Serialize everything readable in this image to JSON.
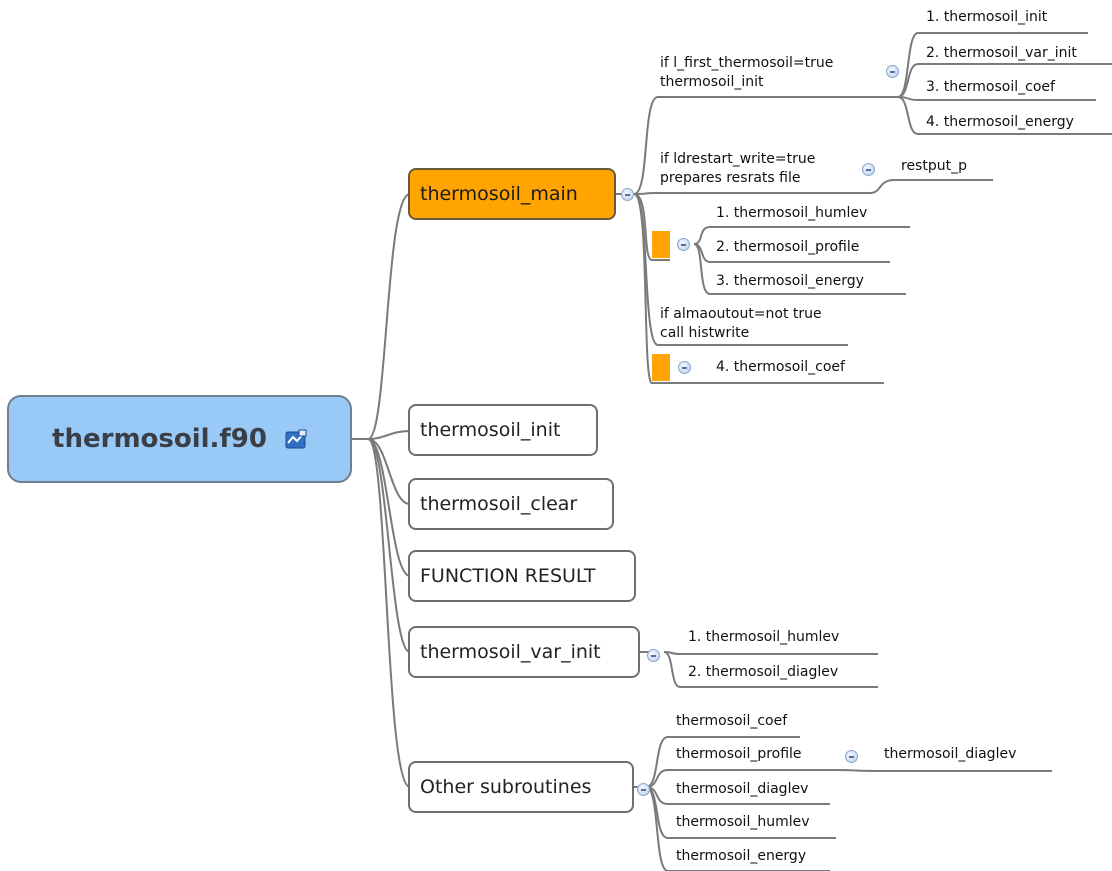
{
  "root": {
    "label": "thermosoil.f90",
    "icon": "map-document-icon"
  },
  "branches": {
    "main": "thermosoil_main",
    "init": "thermosoil_init",
    "clear": "thermosoil_clear",
    "function_result": "FUNCTION RESULT",
    "var_init": "thermosoil_var_init",
    "other": "Other subroutines"
  },
  "main_children": {
    "first_cond": {
      "line1": "if l_first_thermosoil=true",
      "line2": "thermosoil_init"
    },
    "first_items": [
      "1. thermosoil_init",
      "2. thermosoil_var_init",
      "3. thermosoil_coef",
      "4. thermosoil_energy"
    ],
    "restart_cond": {
      "line1": "if ldrestart_write=true",
      "line2": "prepares resrats file"
    },
    "restart_item": "restput_p",
    "seq_items": [
      "1. thermosoil_humlev",
      "2. thermosoil_profile",
      "3. thermosoil_energy"
    ],
    "alma_cond": {
      "line1": "if almaoutout=not true",
      "line2": "call histwrite"
    },
    "coef_item": "4. thermosoil_coef"
  },
  "var_init_children": [
    "1. thermosoil_humlev",
    "2. thermosoil_diaglev"
  ],
  "other_children": [
    "thermosoil_coef",
    "thermosoil_profile",
    "thermosoil_diaglev",
    "thermosoil_humlev",
    "thermosoil_energy"
  ],
  "profile_child": "thermosoil_diaglev",
  "colors": {
    "root_fill": "#99c9f7",
    "highlight": "#ffa400",
    "line": "#7a7a7a"
  }
}
